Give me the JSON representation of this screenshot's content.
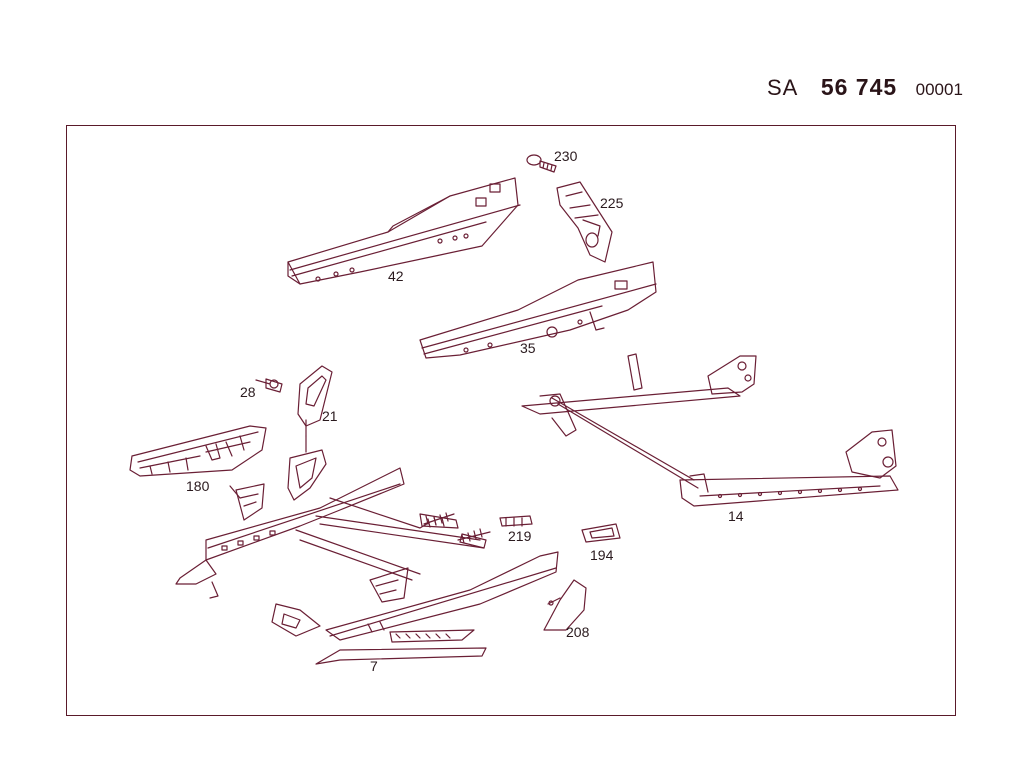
{
  "header": {
    "prefix": "SA",
    "number": "56 745",
    "sequence": "00001"
  },
  "colors": {
    "line": "#6a1f35",
    "text": "#2a1a1e",
    "frame": "#5a1a2a"
  },
  "parts": [
    {
      "id": "p230",
      "label": "230"
    },
    {
      "id": "p225",
      "label": "225"
    },
    {
      "id": "p42",
      "label": "42"
    },
    {
      "id": "p35",
      "label": "35"
    },
    {
      "id": "p28",
      "label": "28"
    },
    {
      "id": "p21",
      "label": "21"
    },
    {
      "id": "p180",
      "label": "180"
    },
    {
      "id": "p14",
      "label": "14"
    },
    {
      "id": "p219",
      "label": "219"
    },
    {
      "id": "p194",
      "label": "194"
    },
    {
      "id": "p208",
      "label": "208"
    },
    {
      "id": "p7",
      "label": "7"
    }
  ]
}
